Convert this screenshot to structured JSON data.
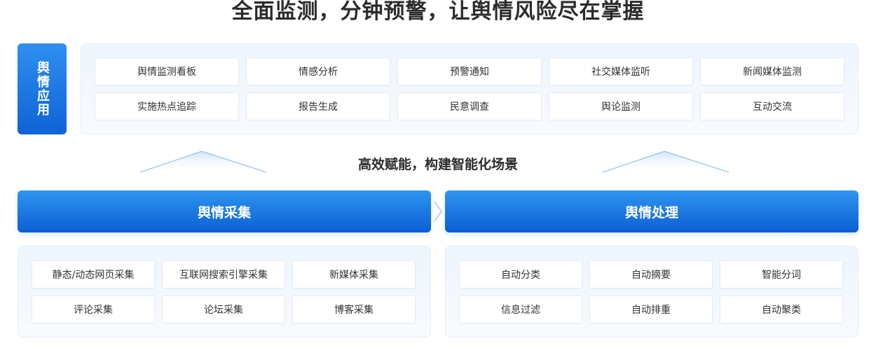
{
  "title": "全面监测，分钟预警，让舆情风险尽在掌握",
  "app": {
    "label": "舆情应用",
    "items": [
      "舆情监测看板",
      "情感分析",
      "预警通知",
      "社交媒体监听",
      "新闻媒体监测",
      "实施热点追踪",
      "报告生成",
      "民意调查",
      "舆论监测",
      "互动交流"
    ]
  },
  "subtitle": "高效赋能，构建智能化场景",
  "collect": {
    "label": "舆情采集",
    "items": [
      "静态/动态网页采集",
      "互联网搜索引擎采集",
      "新媒体采集",
      "评论采集",
      "论坛采集",
      "博客采集"
    ]
  },
  "process": {
    "label": "舆情处理",
    "items": [
      "自动分类",
      "自动摘要",
      "智能分词",
      "信息过滤",
      "自动排重",
      "自动聚类"
    ]
  },
  "colors": {
    "accent": "#0e63d6",
    "accent_light": "#2f8ff0",
    "panel_bg": "#eef5fd"
  }
}
